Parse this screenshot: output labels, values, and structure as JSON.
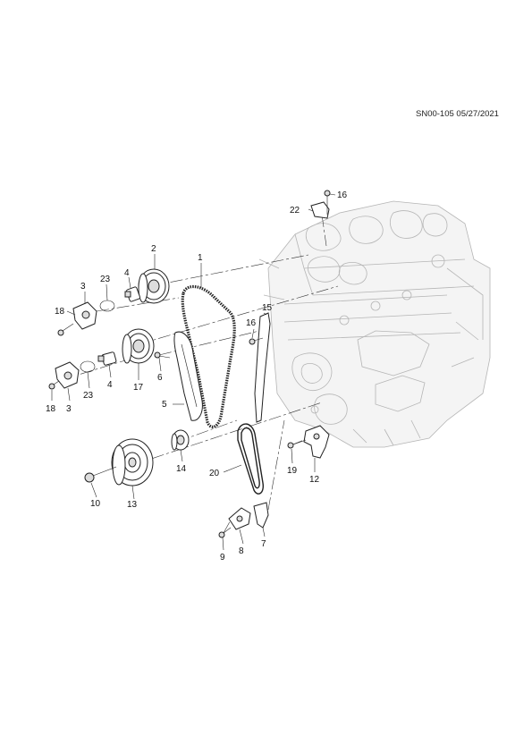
{
  "header": {
    "reference": "SN00-105 05/27/2021"
  },
  "callouts": {
    "c1": "1",
    "c2": "2",
    "c3a": "3",
    "c3b": "3",
    "c4a": "4",
    "c4b": "4",
    "c5": "5",
    "c6": "6",
    "c7": "7",
    "c8": "8",
    "c9": "9",
    "c10": "10",
    "c12": "12",
    "c13": "13",
    "c14": "14",
    "c15": "15",
    "c16a": "16",
    "c16b": "16",
    "c17": "17",
    "c18a": "18",
    "c18b": "18",
    "c19": "19",
    "c20": "20",
    "c22": "22",
    "c23a": "23",
    "c23b": "23"
  }
}
